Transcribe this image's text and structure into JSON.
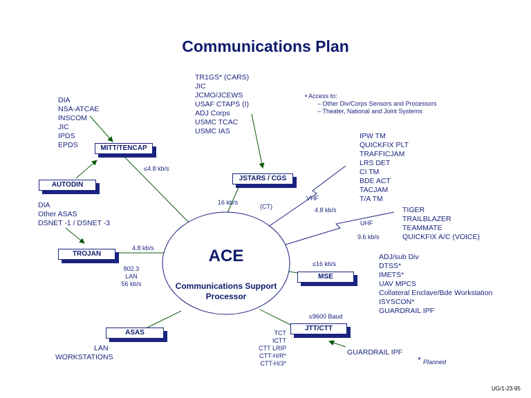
{
  "title": "Communications Plan",
  "center": {
    "label": "ACE",
    "sub1": "Communications Support",
    "sub2": "Processor"
  },
  "boxes": {
    "mitt": "MITT/TENCAP",
    "autodin": "AUTODIN",
    "trojan": "TROJAN",
    "asas": "ASAS",
    "jstars": "JSTARS / CGS",
    "mse": "MSE",
    "jtt": "JTT/CTT"
  },
  "lists": {
    "dia_group": [
      "DIA",
      "NSA-ATCAE",
      "INSCOM",
      "JIC",
      "IPDS",
      "EPDS"
    ],
    "trojan_group": [
      "DIA",
      "Other ASAS",
      "DSNET -1 / DSNET -3"
    ],
    "asas_group": [
      "LAN",
      "WORKSTATIONS"
    ],
    "jstars_group": [
      "TR1GS* (CARS)",
      "JIC",
      "JCMO/JCEWS",
      "USAF CTAPS (I)",
      "ADJ Corps",
      "USMC TCAC",
      "USMC IAS"
    ],
    "vhf_group": [
      "IPW TM",
      "QUICKFIX PLT",
      "TRAFFICJAM",
      "LRS DET",
      "CI TM",
      "BDE ACT",
      "TACJAM",
      "T/A TM"
    ],
    "uhf_group": [
      "TIGER",
      "TRAILBLAZER",
      "TEAMMATE",
      "QUICKFIX A/C (VOICE)"
    ],
    "mse_group": [
      "ADJ/sub Div",
      "DTSS*",
      "IMETS*",
      "UAV MPCS",
      "Collateral Enclave/Bde Workstation",
      "ISYSCON*",
      "GUARDRAIL IPF"
    ],
    "jtt_group": [
      "TCT",
      "ICTT",
      "CTT LRIP",
      "CTT-H/R*",
      "CTT-H/3*"
    ],
    "guardrail": "GUARDRAIL IPF",
    "access": {
      "bullet": "• Access to:",
      "items": [
        "– Other Div/Corps Sensors and Processors",
        "– Theater, National and Joint Systems"
      ]
    }
  },
  "labels": {
    "mitt_rate": "≤4.8 kb/s",
    "jstars_rate": "16 kb/s",
    "jstars_ct": "(CT)",
    "trojan_rate": "4.8 kb/s",
    "asas_lan": [
      "802.3",
      "LAN",
      "56 kb/s"
    ],
    "vhf": "VHF",
    "vhf_rate": "4.8 kb/s",
    "uhf": "UHF",
    "uhf_rate": "9.6 kb/s",
    "mse_rate": "≤16 kb/s",
    "jtt_rate": "≤9600 Baud",
    "planned": "Planned",
    "planned_star": "*",
    "footer": "UG/1-23-95"
  }
}
